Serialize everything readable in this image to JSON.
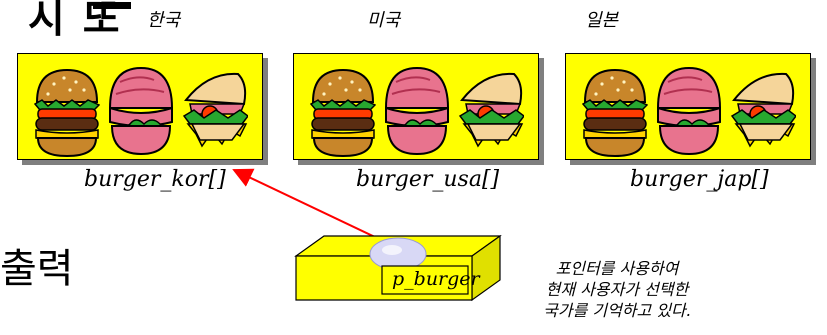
{
  "corner_heading": "시 또",
  "countries": [
    {
      "name": "한국",
      "array_label": "burger_kor[]"
    },
    {
      "name": "미국",
      "array_label": "burger_usa[]"
    },
    {
      "name": "일본",
      "array_label": "burger_jap[]"
    }
  ],
  "icons": [
    "hamburger-icon",
    "ham-burger-icon",
    "sandwich-icon"
  ],
  "pointer": {
    "label": "p_burger"
  },
  "left_text": "출력",
  "note_lines": [
    "포인터를 사용하여",
    "현재 사용자가 선택한",
    "국가를 기억하고 있다."
  ],
  "colors": {
    "panel": "#ffff00",
    "arrow": "#ff0000",
    "shadow": "#7f7f7f"
  }
}
